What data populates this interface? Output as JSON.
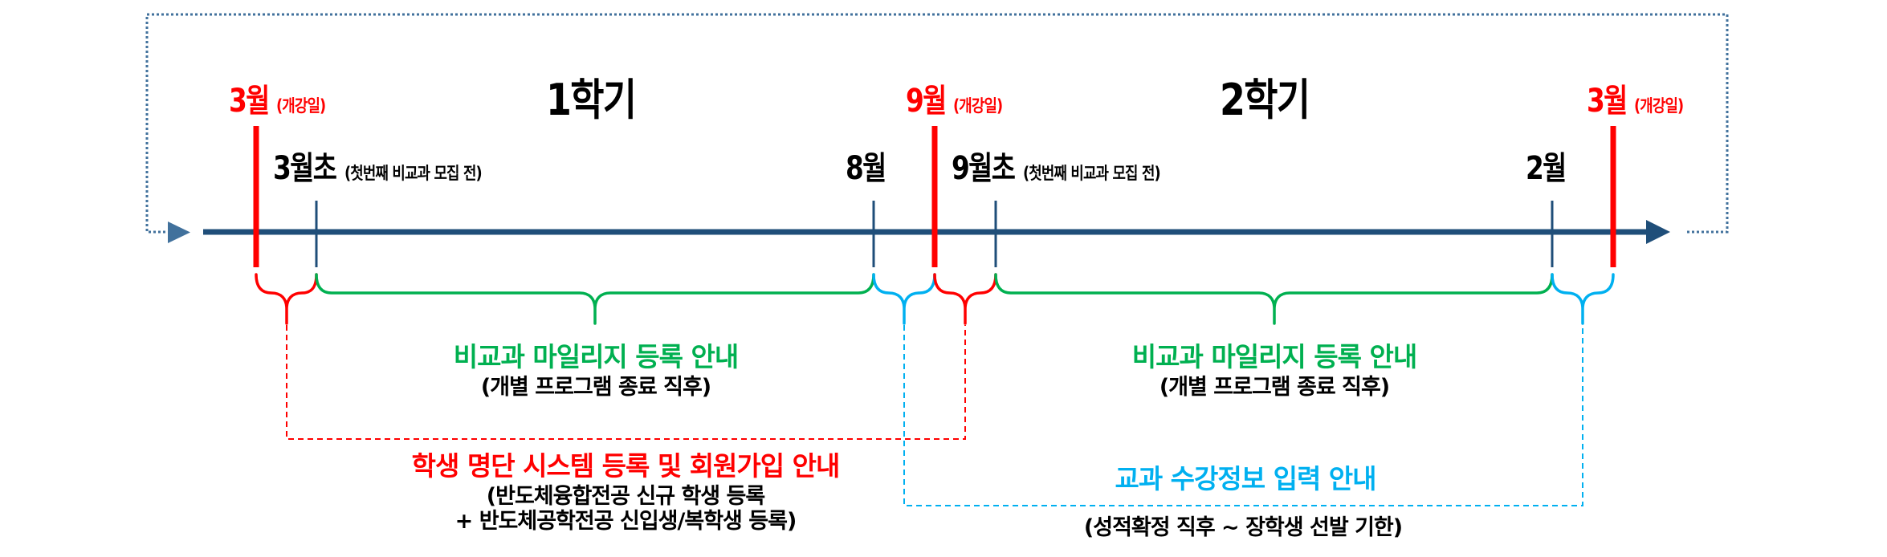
{
  "colors": {
    "axis": "#1F4E79",
    "loop_dotted": "#41719C",
    "opening": "#FF0000",
    "tick": "#1F4E79",
    "mileage": "#00B050",
    "roster": "#FF0000",
    "course": "#00B0F0"
  },
  "semesters": [
    {
      "label": "1학기"
    },
    {
      "label": "2학기"
    }
  ],
  "openings": [
    {
      "month": "3월",
      "note": "(개강일)"
    },
    {
      "month": "9월",
      "note": "(개강일)"
    },
    {
      "month": "3월",
      "note": "(개강일)"
    }
  ],
  "ticks": [
    {
      "month": "3월초",
      "note": "(첫번째 비교과 모집 전)"
    },
    {
      "month": "8월",
      "note": ""
    },
    {
      "month": "9월초",
      "note": "(첫번째 비교과 모집 전)"
    },
    {
      "month": "2월",
      "note": ""
    }
  ],
  "notices": {
    "mileage": [
      {
        "title": "비교과 마일리지 등록 안내",
        "subtitle": "(개별 프로그램 종료 직후)"
      },
      {
        "title": "비교과 마일리지 등록 안내",
        "subtitle": "(개별 프로그램 종료 직후)"
      }
    ],
    "roster": {
      "title": "학생 명단 시스템 등록 및 회원가입 안내",
      "subtitle_line1": "(반도체융합전공 신규 학생 등록",
      "subtitle_line2": "+ 반도체공학전공 신입생/복학생 등록)"
    },
    "course": {
      "title": "교과 수강정보 입력 안내",
      "subtitle": "(성적확정 직후 ~ 장학생 선발 기한)"
    }
  }
}
